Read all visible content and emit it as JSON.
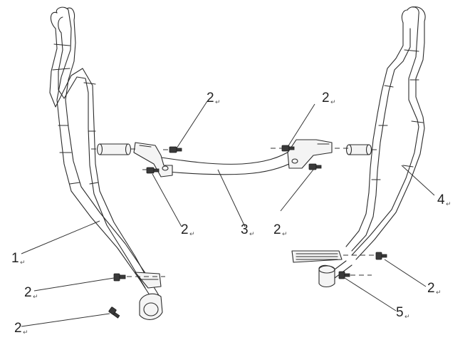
{
  "callouts": [
    {
      "id": "c-2-top-left",
      "number": "2",
      "mark": "↵"
    },
    {
      "id": "c-2-top-right",
      "number": "2",
      "mark": "↵"
    },
    {
      "id": "c-4",
      "number": "4",
      "mark": "↵"
    },
    {
      "id": "c-2-mid-left",
      "number": "2",
      "mark": "↵"
    },
    {
      "id": "c-3",
      "number": "3",
      "mark": "↵"
    },
    {
      "id": "c-2-mid-right",
      "number": "2",
      "mark": "↵"
    },
    {
      "id": "c-1",
      "number": "1",
      "mark": "↵"
    },
    {
      "id": "c-2-low-left",
      "number": "2",
      "mark": "↵"
    },
    {
      "id": "c-2-right",
      "number": "2",
      "mark": "↵"
    },
    {
      "id": "c-5",
      "number": "5",
      "mark": "↵"
    },
    {
      "id": "c-2-bottom-left",
      "number": "2",
      "mark": "↵"
    }
  ]
}
